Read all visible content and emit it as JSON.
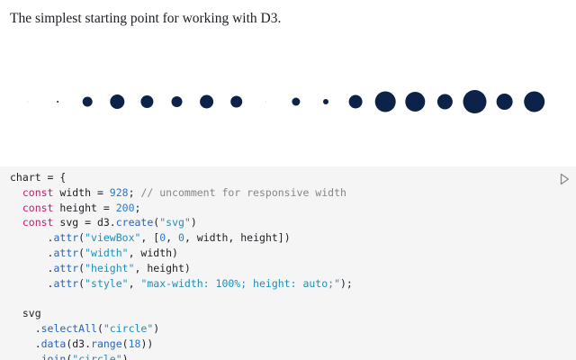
{
  "intro_text": "The simplest starting point for working with D3.",
  "accent_color": "#0d2249",
  "chart_data": {
    "type": "scatter",
    "mark": "circle",
    "x": [
      0,
      1,
      2,
      3,
      4,
      5,
      6,
      7,
      8,
      9,
      10,
      11,
      12,
      13,
      14,
      15,
      16,
      17
    ],
    "r": [
      0.3,
      1,
      5.5,
      8,
      7,
      6,
      7.5,
      6.5,
      0.3,
      4.5,
      3,
      7.5,
      11.5,
      11,
      8.5,
      13,
      9,
      11.5
    ],
    "count": 18
  },
  "code": {
    "lines": [
      [
        {
          "t": "var",
          "v": "chart = {"
        }
      ],
      [
        {
          "t": "var",
          "v": "  "
        },
        {
          "t": "kw",
          "v": "const"
        },
        {
          "t": "var",
          "v": " width = "
        },
        {
          "t": "num",
          "v": "928"
        },
        {
          "t": "var",
          "v": "; "
        },
        {
          "t": "com",
          "v": "// uncomment for responsive width"
        }
      ],
      [
        {
          "t": "var",
          "v": "  "
        },
        {
          "t": "kw",
          "v": "const"
        },
        {
          "t": "var",
          "v": " height = "
        },
        {
          "t": "num",
          "v": "200"
        },
        {
          "t": "var",
          "v": ";"
        }
      ],
      [
        {
          "t": "var",
          "v": "  "
        },
        {
          "t": "kw",
          "v": "const"
        },
        {
          "t": "var",
          "v": " svg = d3."
        },
        {
          "t": "fn",
          "v": "create"
        },
        {
          "t": "var",
          "v": "("
        },
        {
          "t": "str",
          "v": "\"svg\""
        },
        {
          "t": "var",
          "v": ")"
        }
      ],
      [
        {
          "t": "var",
          "v": "      ."
        },
        {
          "t": "fn",
          "v": "attr"
        },
        {
          "t": "var",
          "v": "("
        },
        {
          "t": "str",
          "v": "\"viewBox\""
        },
        {
          "t": "var",
          "v": ", ["
        },
        {
          "t": "num",
          "v": "0"
        },
        {
          "t": "var",
          "v": ", "
        },
        {
          "t": "num",
          "v": "0"
        },
        {
          "t": "var",
          "v": ", width, height])"
        }
      ],
      [
        {
          "t": "var",
          "v": "      ."
        },
        {
          "t": "fn",
          "v": "attr"
        },
        {
          "t": "var",
          "v": "("
        },
        {
          "t": "str",
          "v": "\"width\""
        },
        {
          "t": "var",
          "v": ", width)"
        }
      ],
      [
        {
          "t": "var",
          "v": "      ."
        },
        {
          "t": "fn",
          "v": "attr"
        },
        {
          "t": "var",
          "v": "("
        },
        {
          "t": "str",
          "v": "\"height\""
        },
        {
          "t": "var",
          "v": ", height)"
        }
      ],
      [
        {
          "t": "var",
          "v": "      ."
        },
        {
          "t": "fn",
          "v": "attr"
        },
        {
          "t": "var",
          "v": "("
        },
        {
          "t": "str",
          "v": "\"style\""
        },
        {
          "t": "var",
          "v": ", "
        },
        {
          "t": "str",
          "v": "\"max-width: 100%; height: auto;\""
        },
        {
          "t": "var",
          "v": ");"
        }
      ],
      [
        {
          "t": "var",
          "v": ""
        }
      ],
      [
        {
          "t": "var",
          "v": "  svg"
        }
      ],
      [
        {
          "t": "var",
          "v": "    ."
        },
        {
          "t": "fn",
          "v": "selectAll"
        },
        {
          "t": "var",
          "v": "("
        },
        {
          "t": "str",
          "v": "\"circle\""
        },
        {
          "t": "var",
          "v": ")"
        }
      ],
      [
        {
          "t": "var",
          "v": "    ."
        },
        {
          "t": "fn",
          "v": "data"
        },
        {
          "t": "var",
          "v": "(d3."
        },
        {
          "t": "fn",
          "v": "range"
        },
        {
          "t": "var",
          "v": "("
        },
        {
          "t": "num",
          "v": "18"
        },
        {
          "t": "var",
          "v": "))"
        }
      ],
      [
        {
          "t": "var",
          "v": "    ."
        },
        {
          "t": "fn",
          "v": "join"
        },
        {
          "t": "var",
          "v": "("
        },
        {
          "t": "str",
          "v": "\"circle\""
        },
        {
          "t": "var",
          "v": ")"
        }
      ]
    ]
  },
  "run_button": {
    "icon": "play-icon"
  }
}
